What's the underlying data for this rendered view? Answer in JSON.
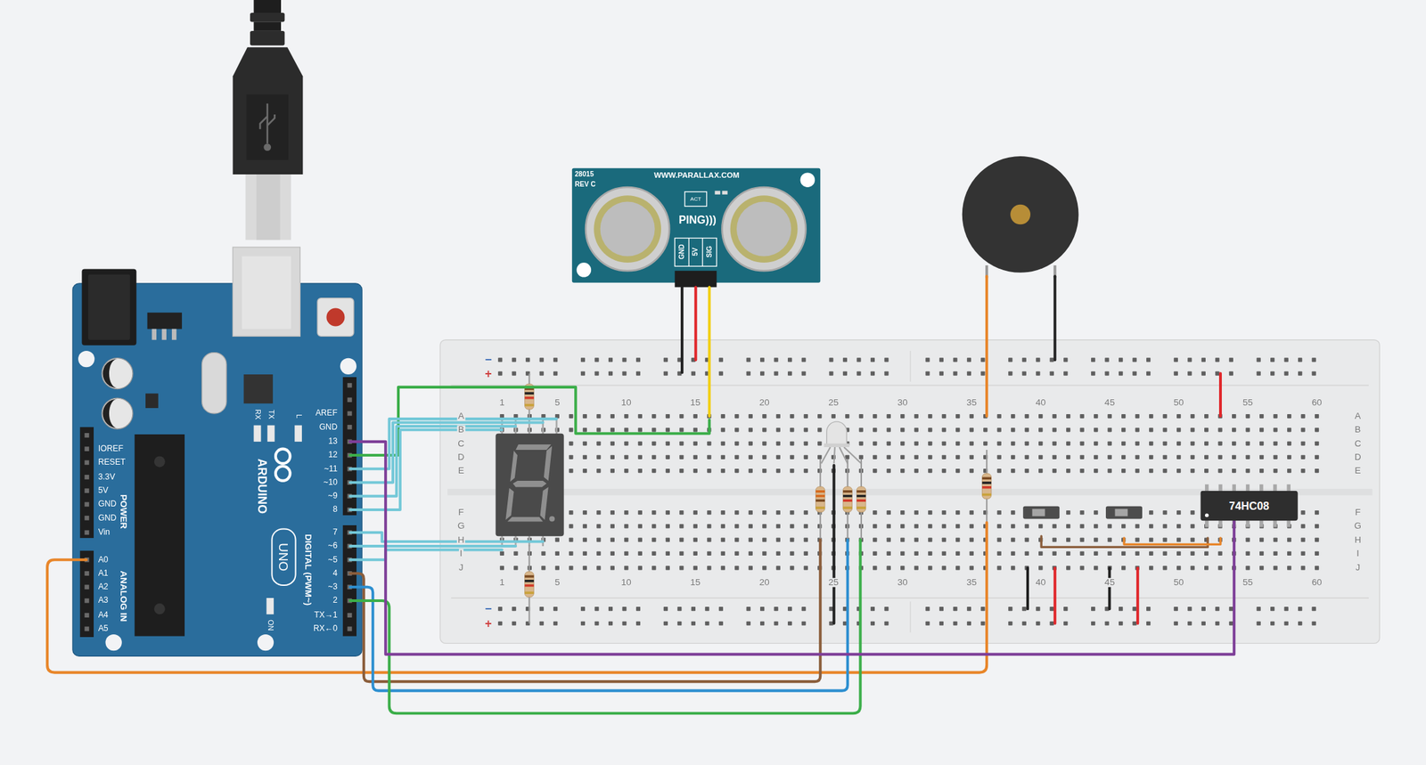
{
  "diagram": {
    "nodes": [
      {
        "text": [
          "AREF",
          "GND",
          "13",
          "12",
          "~11",
          "~10",
          "~9",
          "8",
          "7",
          "~6",
          "~5",
          "4",
          "~3",
          "2",
          "TX→1",
          "RX←0",
          "DIGITAL (PWM~)",
          "ARDUINO",
          "UNO",
          "IOREF",
          "RESET",
          "3.3V",
          "5V",
          "GND",
          "GND",
          "Vin",
          "POWER",
          "A0",
          "A1",
          "A2",
          "A3",
          "A4",
          "A5",
          "ANALOG IN",
          "RX",
          "TX",
          "L",
          "ON"
        ]
      },
      {
        "text": [
          "28015",
          "REV C",
          "WWW.PARALLAX.COM",
          "ACT",
          "PING)))",
          "GND",
          "5V",
          "SIG"
        ]
      },
      {
        "text": [
          "74HC08"
        ]
      }
    ],
    "edges": [
      {
        "from": 0,
        "to": 2,
        "arrow": "none"
      }
    ],
    "labels": [
      "−",
      "+",
      "1",
      "5",
      "10",
      "15",
      "20",
      "25",
      "30",
      "35",
      "40",
      "45",
      "50",
      "55",
      "60",
      "A",
      "B",
      "C",
      "D",
      "E",
      "A",
      "B",
      "C",
      "D",
      "E",
      "F",
      "G",
      "H",
      "I",
      "J",
      "F",
      "G",
      "H",
      "I",
      "J",
      "1",
      "5",
      "10",
      "15",
      "20",
      "25",
      "30",
      "35",
      "40",
      "45",
      "50",
      "55",
      "60",
      "−",
      "+"
    ]
  }
}
